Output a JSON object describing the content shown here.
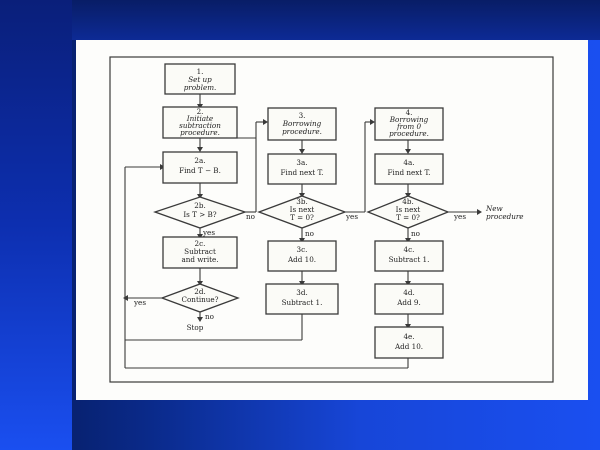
{
  "boxes": {
    "b1": [
      "1.",
      "Set up",
      "problem."
    ],
    "b2": [
      "2.",
      "Initiate",
      "subtraction",
      "procedure."
    ],
    "b3": [
      "3.",
      "Borrowing",
      "procedure."
    ],
    "b4": [
      "4.",
      "Borrowing",
      "from 0",
      "procedure."
    ],
    "b2a": [
      "2a.",
      "Find T − B."
    ],
    "b3a": [
      "3a.",
      "Find next T."
    ],
    "b4a": [
      "4a.",
      "Find next T."
    ],
    "d2b": [
      "2b.",
      "Is T > B?"
    ],
    "d3b": [
      "3b.",
      "Is next",
      "T = 0?"
    ],
    "d4b": [
      "4b.",
      "Is next",
      "T = 0?"
    ],
    "b2c": [
      "2c.",
      "Subtract",
      "and write."
    ],
    "b3c": [
      "3c.",
      "Add 10."
    ],
    "b4c": [
      "4c.",
      "Subtract 1."
    ],
    "d2d": [
      "2d.",
      "Continue?"
    ],
    "b3d": [
      "3d.",
      "Subtract 1."
    ],
    "b4d": [
      "4d.",
      "Add 9."
    ],
    "b4e": [
      "4e.",
      "Add 10."
    ]
  },
  "labels": {
    "yes_2b": "yes",
    "no_2b": "no",
    "no_3b": "no",
    "yes_3b": "yes",
    "no_4b": "no",
    "yes_4b": "yes",
    "yes_2d": "yes",
    "no_2d": "no",
    "stop": "Stop",
    "new_procedure": [
      "New",
      "procedure"
    ]
  }
}
